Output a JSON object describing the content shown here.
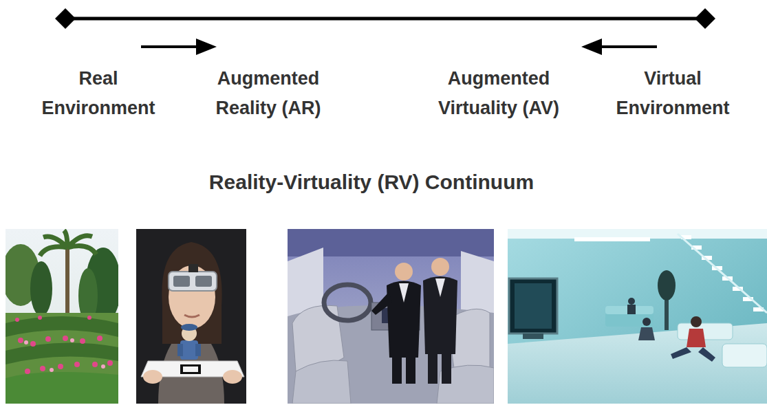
{
  "diagram": {
    "title": "Reality-Virtuality (RV) Continuum",
    "labels": [
      "Real Environment",
      "Augmented Reality (AR)",
      "Augmented Virtuality (AV)",
      "Virtual Environment"
    ]
  }
}
